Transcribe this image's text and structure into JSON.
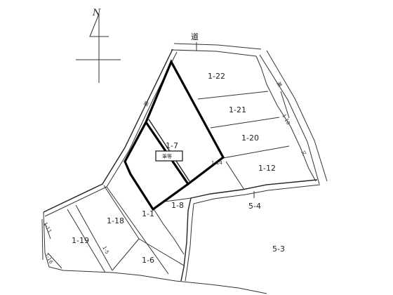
{
  "north_label": "N",
  "road_label": "道",
  "side_marks": {
    "left_wall": "瀬",
    "right_channel": "瀬",
    "channel_bottom": "又"
  },
  "building_label": "筆等",
  "parcels": [
    {
      "id": "p1-22",
      "label": "1-22"
    },
    {
      "id": "p1-21",
      "label": "1-21"
    },
    {
      "id": "p1-20",
      "label": "1-20"
    },
    {
      "id": "p1-12",
      "label": "1-12"
    },
    {
      "id": "p1-7",
      "label": "1-7"
    },
    {
      "id": "p1-8",
      "label": "1-8"
    },
    {
      "id": "p1-1",
      "label": "1-1"
    },
    {
      "id": "p1-18",
      "label": "1-18"
    },
    {
      "id": "p1-19",
      "label": "1-19"
    },
    {
      "id": "p1-6",
      "label": "1-6"
    },
    {
      "id": "p5-4",
      "label": "5-4"
    },
    {
      "id": "p5-3",
      "label": "5-3"
    },
    {
      "id": "p1-10",
      "label": "1-10"
    },
    {
      "id": "p1-11",
      "label": "1-11"
    },
    {
      "id": "p1-16",
      "label": "1-16"
    },
    {
      "id": "p1-5",
      "label": "1-5"
    },
    {
      "id": "p1-14",
      "label": "1-14"
    }
  ]
}
